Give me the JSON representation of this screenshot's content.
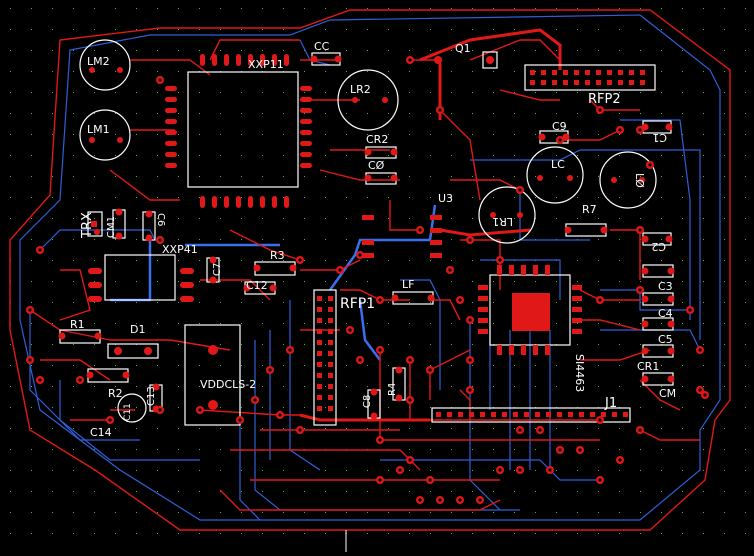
{
  "board": {
    "background": "#000000",
    "copper_top_color": "#e01818",
    "copper_bottom_color": "#2f5fd8",
    "silkscreen_color": "#ffffff",
    "grid_color": "#3cbe3c"
  },
  "labels": {
    "lm2": "LM2",
    "lm1": "LM1",
    "cc": "CC",
    "q1": "Q1",
    "xxp11": "XXP11",
    "lr2": "LR2",
    "rfp2": "RFP2",
    "cr2": "CR2",
    "c0": "CØ",
    "c9": "C9",
    "c1": "C1",
    "lc": "LC",
    "l0": "LØ",
    "u3": "U3",
    "lr1": "LR1",
    "r7": "R7",
    "c2": "C2",
    "trx": "TRX",
    "cm1": "CM1",
    "c6": "C6",
    "xxp41": "XXP41",
    "c7": "C7",
    "r3": "R3",
    "c12": "C12",
    "rfp1": "RFP1",
    "lf": "LF",
    "c3": "C3",
    "c4": "C4",
    "c5": "C5",
    "cr1": "CR1",
    "cm": "CM",
    "r1": "R1",
    "d1": "D1",
    "si4463": "SI4463",
    "r2": "R2",
    "c13": "C13",
    "vddcls": "VDDCLS-2",
    "c8": "C8",
    "r4": "R4",
    "j1": "J1",
    "c14": "C14",
    "c11": "C11"
  }
}
